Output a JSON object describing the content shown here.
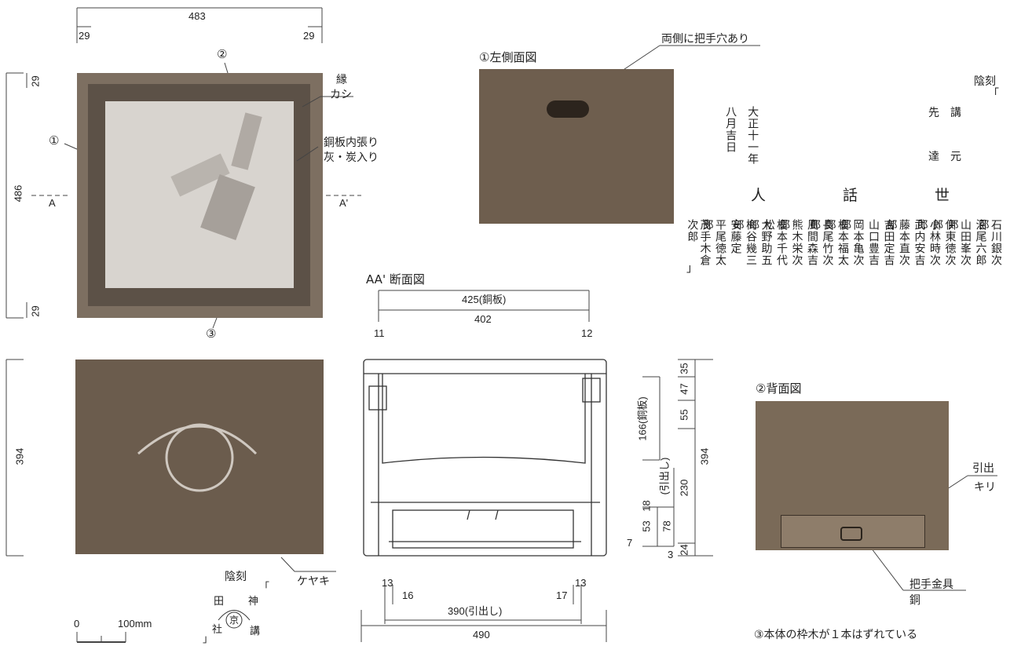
{
  "top_view": {
    "dim_width": "483",
    "dim_left_frame": "29",
    "dim_right_frame": "29",
    "dim_height": "486",
    "dim_top_frame": "29",
    "dim_bottom_frame": "29",
    "marker_1": "①",
    "marker_2": "②",
    "marker_3": "③",
    "section_a": "A",
    "section_a_prime": "A'",
    "label_rim": "縁",
    "label_rim_wood": "カシ",
    "label_lining_1": "銅板内張り",
    "label_lining_2": "灰・炭入り"
  },
  "left_side": {
    "title": "①左側面図",
    "handle_note": "両側に把手穴あり"
  },
  "inscription": {
    "header": "陰刻",
    "open_bracket": "「",
    "close_bracket": "」",
    "line_sendo_ko": "講",
    "line_sendo_saki": "先",
    "line_gen": "元",
    "line_tatsu": "達",
    "date_1": "大正十一年",
    "date_2": "八月吉日",
    "big_1": "人",
    "big_2": "話",
    "big_3": "世",
    "names": [
      "石川銀次郎",
      "沼尾六郎",
      "山田峯次郎",
      "伊東徳次郎",
      "小林時次郎",
      "武内安吉",
      "藤本直次郎",
      "吉田定吉",
      "山口豊吉",
      "岡本亀次郎",
      "榎本福太郎",
      "長尾竹次郎",
      "風間森吉",
      "熊木栄次郎",
      "榎本千代松",
      "大野助五郎",
      "梅谷幾三郎",
      "安藤定",
      "平尾徳太郎",
      "茂手木倉次郎"
    ]
  },
  "section_view": {
    "title": "AA' 断面図",
    "dim_copper": "425(銅板)",
    "dim_inner": "402",
    "dim_left": "11",
    "dim_right": "12",
    "dim_total_w": "490",
    "dim_drawer_w": "390(引出し)",
    "dim_l13": "13",
    "dim_l16": "16",
    "dim_r17": "17",
    "dim_r13": "13",
    "dim_h35": "35",
    "dim_h47": "47",
    "dim_h55": "55",
    "dim_h230": "230",
    "dim_h24": "24",
    "dim_h3": "3",
    "dim_h394": "394",
    "dim_copper_h": "166(銅板)",
    "dim_drawer_label": "(引出し)",
    "dim_h18": "18",
    "dim_h53": "53",
    "dim_h78": "78",
    "dim_h7": "7"
  },
  "front_view": {
    "dim_height": "394",
    "label_wood": "ケヤキ",
    "carving_header": "陰刻",
    "carving_chars": [
      "田",
      "神",
      "京",
      "社",
      "講"
    ],
    "carving_open": "「",
    "carving_close": "」"
  },
  "scale": {
    "start": "0",
    "end": "100mm"
  },
  "back_view": {
    "title": "②背面図",
    "label_drawer": "引出",
    "label_drawer_wood": "キリ",
    "label_handle": "把手金具",
    "label_handle_mat": "銅",
    "note": "③本体の枠木が１本はずれている"
  }
}
